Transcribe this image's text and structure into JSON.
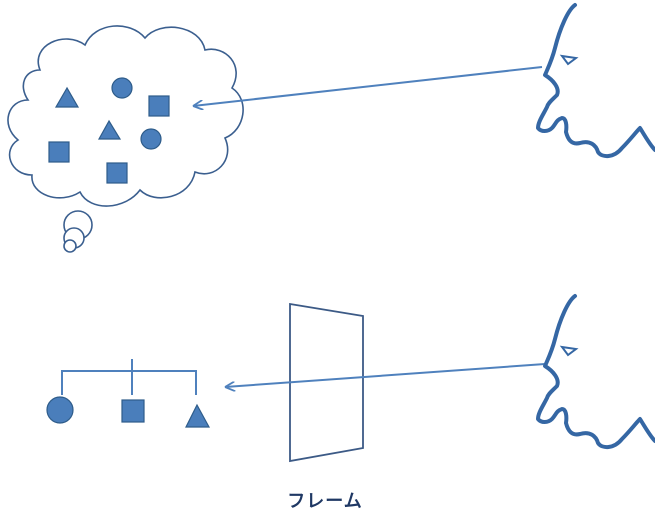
{
  "frame_label": "フレーム",
  "colors": {
    "shape_fill": "#4a7ebb",
    "shape_stroke": "#2e5c8a",
    "line": "#4f81bd",
    "face_stroke": "#3567a4",
    "frame_stroke": "#3c5a86",
    "cloud_stroke": "#3b5f8f",
    "label": "#1f3864"
  },
  "icons": [
    "cloud-thought-bubble",
    "face-profile",
    "circle-shape",
    "square-shape",
    "triangle-shape",
    "frame-panel",
    "arrow"
  ]
}
